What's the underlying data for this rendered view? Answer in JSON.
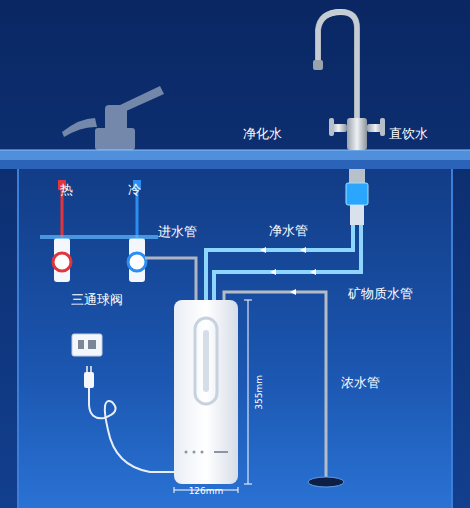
{
  "diagram": {
    "labels": [
      "净化水",
      "直饮水",
      "热",
      "冷",
      "进水管",
      "净水管",
      "三通球阀",
      "矿物质水管",
      "浓水管",
      "355mm",
      "126mm"
    ]
  }
}
